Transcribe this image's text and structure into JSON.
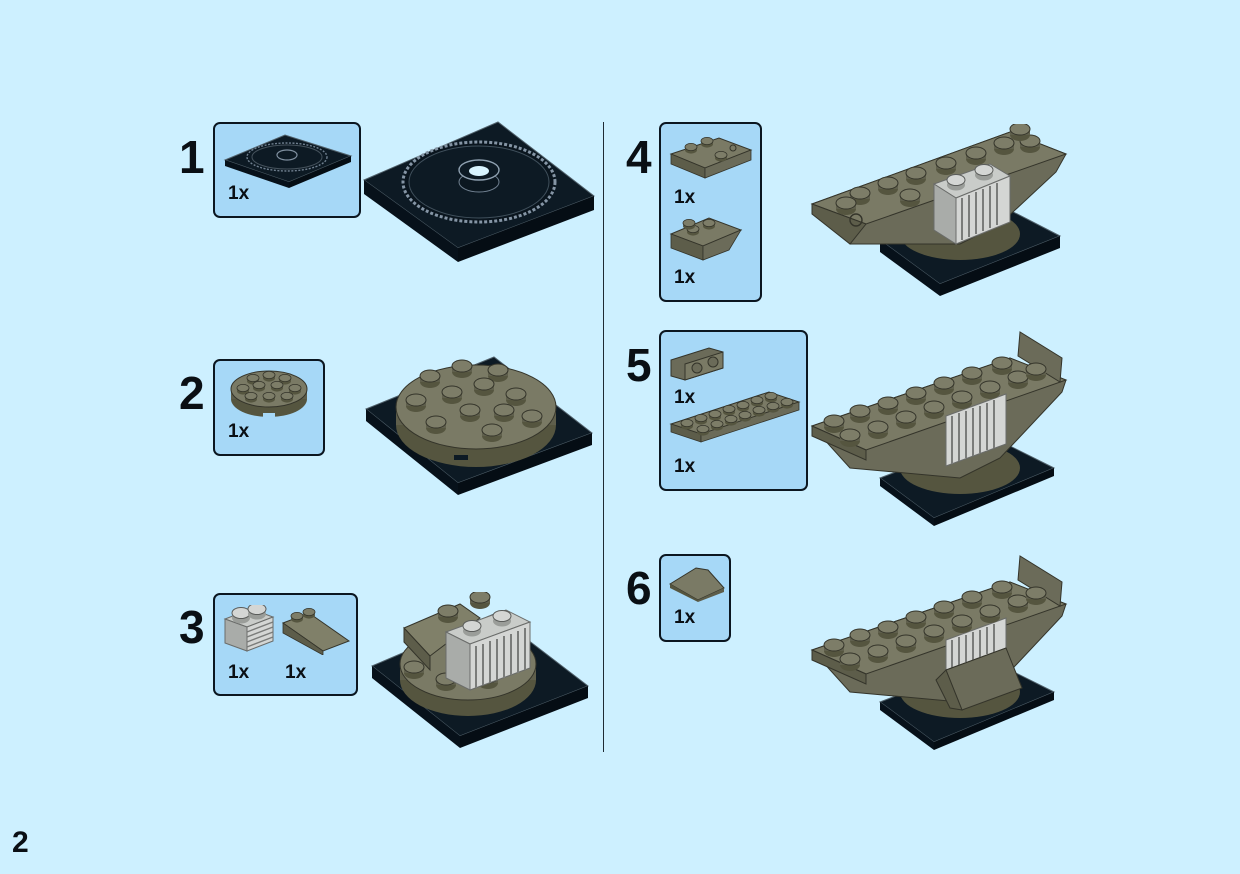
{
  "page_number": "2",
  "steps": [
    {
      "number": "1",
      "parts": [
        {
          "name": "black turntable base plate",
          "qty": "1x"
        }
      ]
    },
    {
      "number": "2",
      "parts": [
        {
          "name": "dark tan round plate",
          "qty": "1x"
        }
      ]
    },
    {
      "number": "3",
      "parts": [
        {
          "name": "light gray grille brick",
          "qty": "1x"
        },
        {
          "name": "dark tan slope brick",
          "qty": "1x"
        }
      ]
    },
    {
      "number": "4",
      "parts": [
        {
          "name": "dark tan wedge plate with clip",
          "qty": "1x"
        },
        {
          "name": "dark tan inverted slope",
          "qty": "1x"
        }
      ]
    },
    {
      "number": "5",
      "parts": [
        {
          "name": "dark tan bracket plate",
          "qty": "1x"
        },
        {
          "name": "dark tan long plate",
          "qty": "1x"
        }
      ]
    },
    {
      "number": "6",
      "parts": [
        {
          "name": "dark tan curved slope tile",
          "qty": "1x"
        }
      ]
    }
  ],
  "colors": {
    "background": "#cdf0ff",
    "parts_box": "#a6d8f7",
    "dark_tan": "#6b6b59",
    "dark_tan_top": "#7a7a65",
    "black_plate": "#0d1a24",
    "light_gray": "#c9ccc9"
  }
}
